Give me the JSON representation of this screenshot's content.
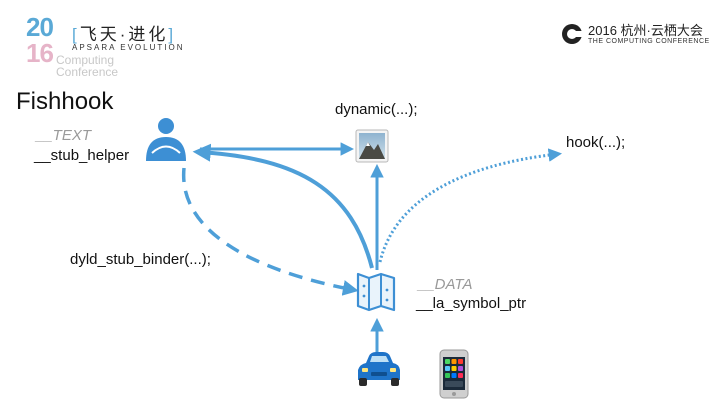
{
  "logo_left": {
    "year_top": "20",
    "year_bottom": "16",
    "chinese": "飞天·进化",
    "english": "APSARA EVOLUTION",
    "sub1": "Computing",
    "sub2": "Conference"
  },
  "logo_right": {
    "top": "2016 杭州·云栖大会",
    "bottom": "THE COMPUTING CONFERENCE"
  },
  "title": "Fishhook",
  "labels": {
    "text_segment": "__TEXT",
    "stub_helper": "__stub_helper",
    "dynamic": "dynamic(...);",
    "hook": "hook(...);",
    "binder": "dyld_stub_binder(...);",
    "data_segment": "__DATA",
    "la_symbol_ptr": "__la_symbol_ptr"
  },
  "colors": {
    "arrow": "#4e9fd8",
    "icon_blue": "#3d8fd4",
    "segment_gray": "#9a9a9a"
  },
  "icons": [
    "person-icon",
    "mountain-image-icon",
    "map-icon",
    "car-icon",
    "phone-icon"
  ]
}
